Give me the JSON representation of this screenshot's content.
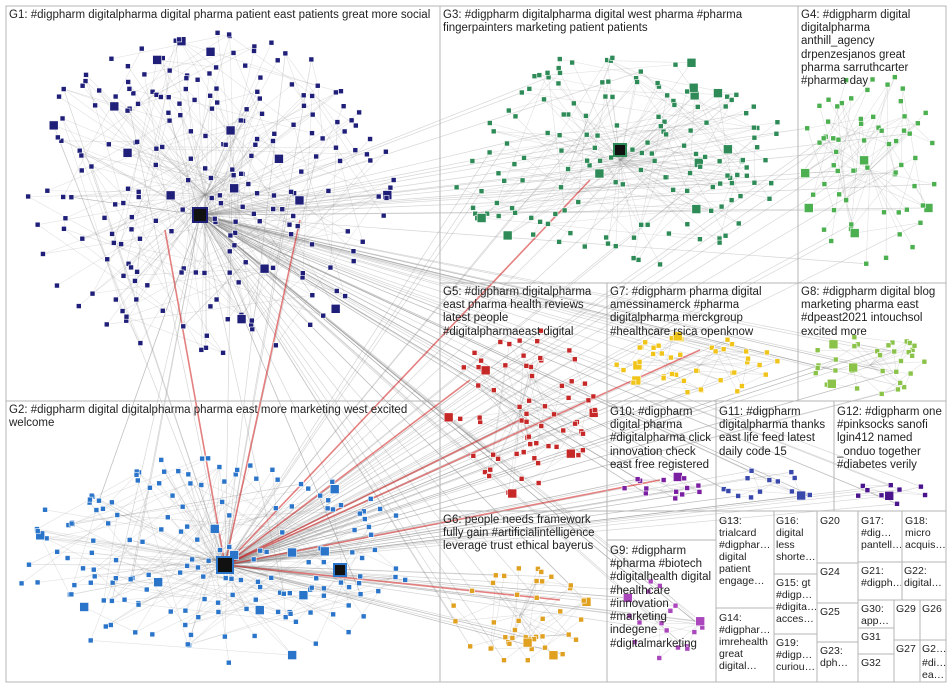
{
  "colors": {
    "G1": "#1f1f7a",
    "G2": "#2a74c9",
    "G3": "#2e8b57",
    "G4": "#4caf50",
    "G5": "#c62828",
    "G6": "#e0a020",
    "G7": "#f0c419",
    "G8": "#8bc34a",
    "G9": "#ab47bc",
    "G10": "#7b1fa2",
    "G11": "#3949ab",
    "G12": "#4a148c",
    "edge": "#8a8a8a",
    "hub_edge": "#d01818"
  },
  "groups": [
    {
      "id": "G1",
      "text": "G1: #digpharm digitalpharma digital pharma patient east patients great more social"
    },
    {
      "id": "G2",
      "text": "G2: #digpharm digital digitalpharma pharma east more marketing west excited welcome"
    },
    {
      "id": "G3",
      "text": "G3: #digpharm digitalpharma digital west pharma #pharma fingerpainters marketing patient patients"
    },
    {
      "id": "G4",
      "text": "G4: #digpharm digital digitalpharma anthill_agency drpenzesjanos great pharma sarruthcarter #pharma day"
    },
    {
      "id": "G5",
      "text": "G5: #digpharm digitalpharma east pharma health reviews latest people #digitalpharmaeast digital"
    },
    {
      "id": "G6",
      "text": "G6: people needs framework fully gain #artificialintelligence leverage trust ethical bayerus"
    },
    {
      "id": "G7",
      "text": "G7: #digpharm pharma digital amessinamerck #pharma digitalpharma merckgroup #healthcare rsica openknow"
    },
    {
      "id": "G8",
      "text": "G8: #digpharm digital blog marketing pharma east #dpeast2021 intouchsol excited more"
    },
    {
      "id": "G9",
      "text": "G9: #digpharm #pharma #biotech #digitalhealth digital #healthcare #innovation #marketing indegene #digitalmarketing"
    },
    {
      "id": "G10",
      "text": "G10: #digpharm digital pharma #digitalpharma click innovation check east free registered"
    },
    {
      "id": "G11",
      "text": "G11: #digpharm digitalpharma thanks east life feed latest daily code 15"
    },
    {
      "id": "G12",
      "text": "G12: #digpharm one #pinksocks sanofi lgin412 named _onduo together #diabetes verily"
    },
    {
      "id": "G13",
      "text": "G13: trialcard #digphar… digital patient engage…"
    },
    {
      "id": "G14",
      "text": "G14: #digphar… imrehealth great digital…"
    },
    {
      "id": "G15",
      "text": "G15: gt #digp… #digita… acces…"
    },
    {
      "id": "G16",
      "text": "G16: digital less shorte…"
    },
    {
      "id": "G17",
      "text": "G17: #dig… pantell…"
    },
    {
      "id": "G18",
      "text": "G18: micro acquis…"
    },
    {
      "id": "G19",
      "text": "G19: #digp… curiou…"
    },
    {
      "id": "G20",
      "text": "G20"
    },
    {
      "id": "G21",
      "text": "G21: #digph…"
    },
    {
      "id": "G22",
      "text": "G22: digital…"
    },
    {
      "id": "G23",
      "text": "G23: dph…"
    },
    {
      "id": "G24",
      "text": "G24"
    },
    {
      "id": "G25",
      "text": "G25"
    },
    {
      "id": "G26",
      "text": "G26"
    },
    {
      "id": "G27",
      "text": "G27"
    },
    {
      "id": "G28",
      "text": "G2…"
    },
    {
      "id": "G29",
      "text": "G29"
    },
    {
      "id": "G30",
      "text": "G30: app…"
    },
    {
      "id": "G31",
      "text": "G31"
    },
    {
      "id": "G32",
      "text": "G32"
    },
    {
      "id": "G33",
      "text": "#di… ea…"
    }
  ]
}
